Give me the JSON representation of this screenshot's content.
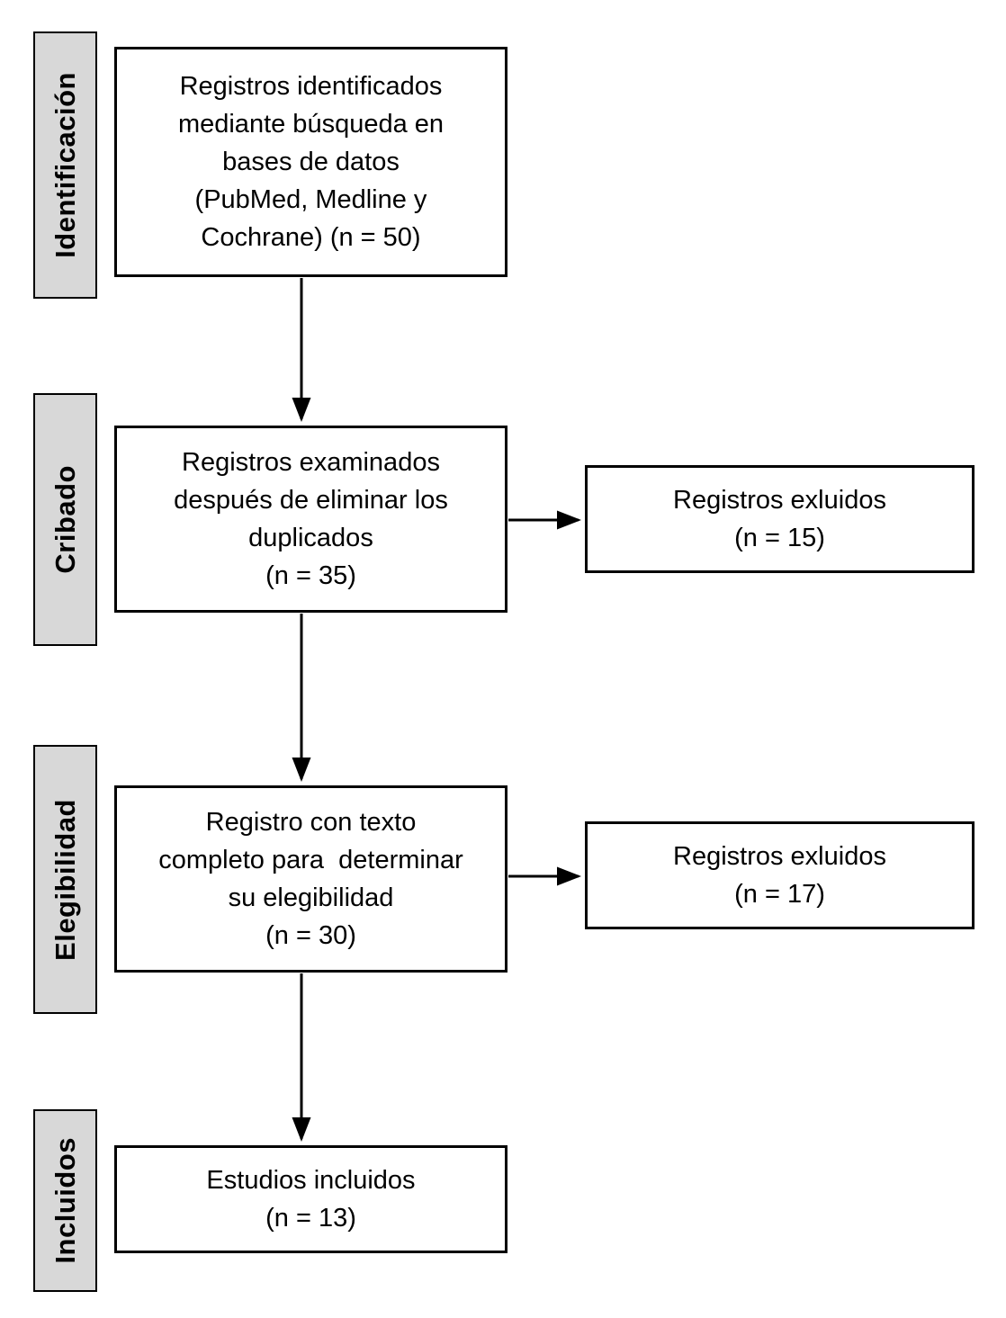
{
  "colors": {
    "background": "#ffffff",
    "stage_fill": "#d8d8d8",
    "border": "#000000",
    "text": "#000000"
  },
  "stages": [
    {
      "label": "Identificación"
    },
    {
      "label": "Cribado"
    },
    {
      "label": "Elegibilidad"
    },
    {
      "label": "Incluidos"
    }
  ],
  "flow": {
    "identified": {
      "lines": [
        "Registros identificados",
        "mediante búsqueda en",
        "bases de datos",
        "(PubMed, Medline y",
        "Cochrane) (n = 50)"
      ]
    },
    "screened": {
      "lines": [
        "Registros examinados",
        "después de eliminar los",
        "duplicados",
        "(n = 35)"
      ]
    },
    "fulltext": {
      "lines": [
        "Registro con texto",
        "completo para  determinar",
        "su elegibilidad",
        "(n = 30)"
      ]
    },
    "included": {
      "lines": [
        "Estudios incluidos",
        "(n = 13)"
      ]
    },
    "excluded_screening": {
      "lines": [
        "Registros exluidos",
        "(n = 15)"
      ]
    },
    "excluded_eligibility": {
      "lines": [
        "Registros exluidos",
        "(n = 17)"
      ]
    }
  }
}
